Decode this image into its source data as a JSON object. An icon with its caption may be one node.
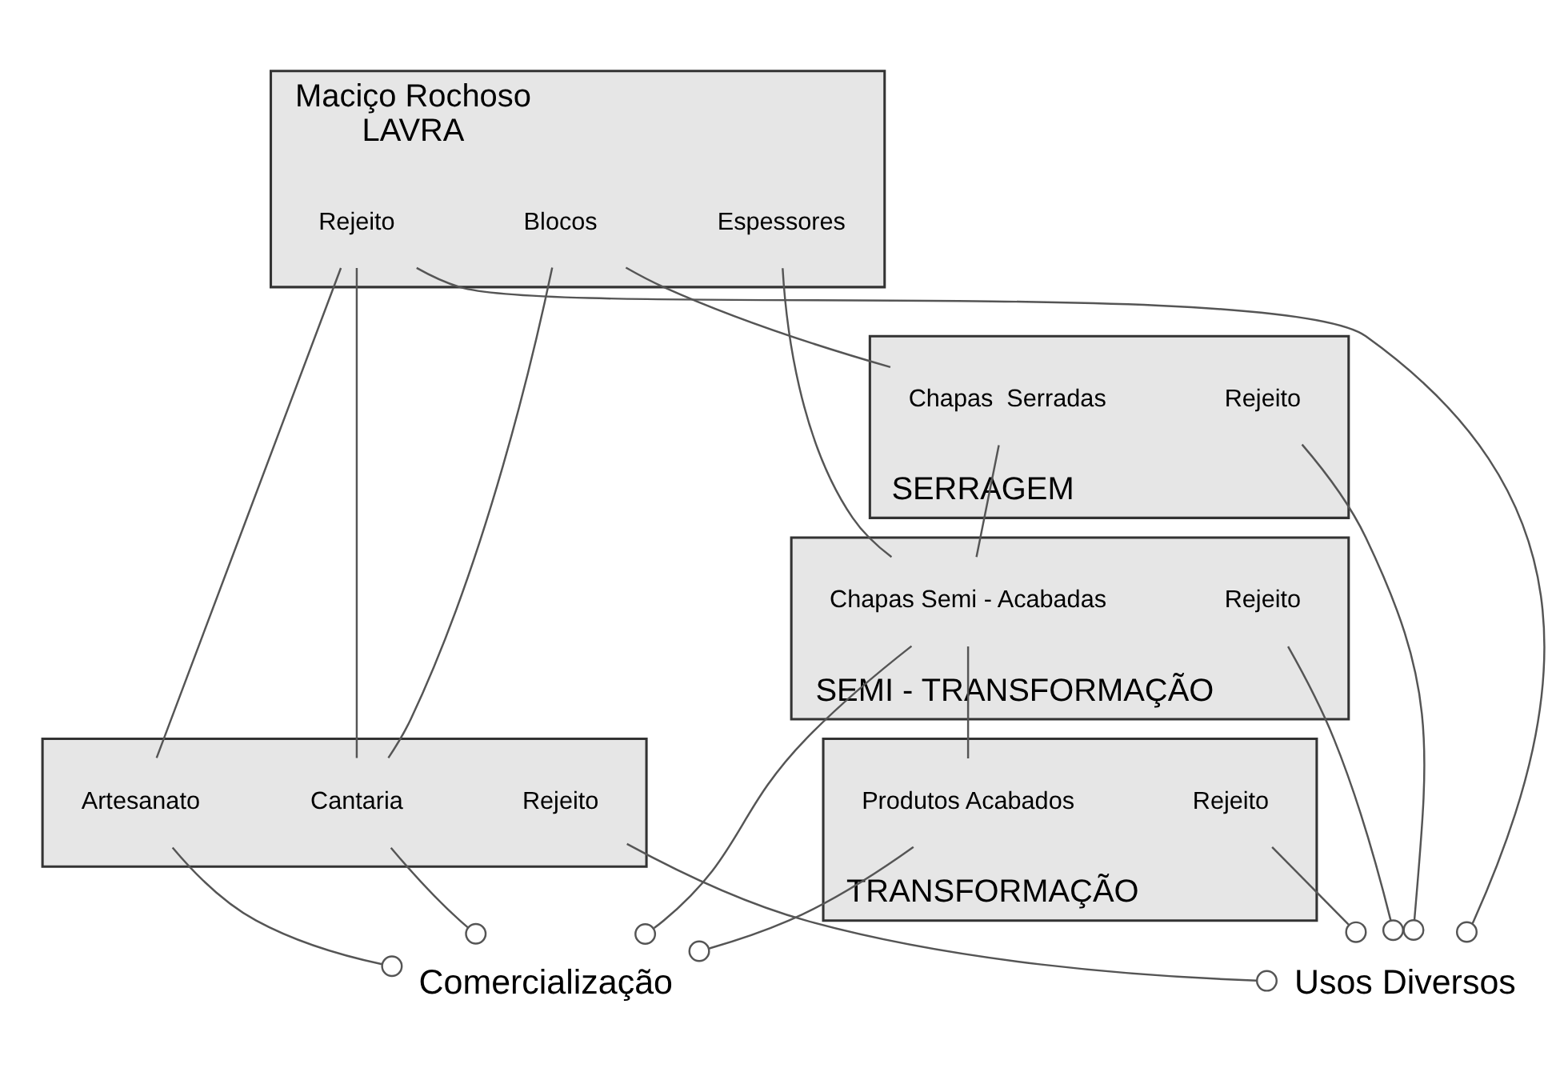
{
  "diagram": {
    "nodes": [
      {
        "text": [
          "Maciço Rochoso",
          "LAVRA"
        ]
      },
      {
        "text": [
          "Rejeito"
        ],
        "in": 0
      },
      {
        "text": [
          "Blocos"
        ],
        "in": 0
      },
      {
        "text": [
          "Espessores"
        ],
        "in": 0
      },
      {
        "text": [
          "SERRAGEM"
        ]
      },
      {
        "text": [
          "Rejeito"
        ],
        "in": 4
      },
      {
        "text": [
          "Chapas  Serradas"
        ],
        "in": 4
      },
      {
        "text": [],
        "shape": "box"
      },
      {
        "text": [
          "Artesanato"
        ],
        "in": 7
      },
      {
        "text": [
          "Cantaria"
        ],
        "in": 7
      },
      {
        "text": [
          "Rejeito"
        ],
        "in": 7
      },
      {
        "text": [
          "SEMI - TRANSFORMAÇÃO"
        ]
      },
      {
        "text": [
          "Rejeito"
        ],
        "in": 11
      },
      {
        "text": [
          "Chapas Semi - Acabadas"
        ],
        "in": 11
      },
      {
        "text": [
          "Usos Diversos"
        ]
      },
      {
        "text": [
          "TRANSFORMAÇÃO"
        ]
      },
      {
        "text": [
          "Rejeito"
        ],
        "in": 15
      },
      {
        "text": [
          "Produtos Acabados"
        ],
        "in": 15
      },
      {
        "text": [
          "Comercialização"
        ]
      }
    ],
    "edges": [
      {
        "from": 1,
        "to": 8,
        "arrow": "none"
      },
      {
        "from": 1,
        "to": 9,
        "arrow": "none"
      },
      {
        "from": 2,
        "to": 9,
        "arrow": "none"
      },
      {
        "from": 2,
        "to": 6,
        "arrow": "none"
      },
      {
        "from": 3,
        "to": 13,
        "arrow": "none"
      },
      {
        "from": 6,
        "to": 13,
        "arrow": "none"
      },
      {
        "from": 13,
        "to": 17,
        "arrow": "none"
      },
      {
        "from": 1,
        "to": 14,
        "arrow": "other"
      },
      {
        "from": 5,
        "to": 14,
        "arrow": "other"
      },
      {
        "from": 12,
        "to": 14,
        "arrow": "other"
      },
      {
        "from": 10,
        "to": 14,
        "arrow": "other"
      },
      {
        "from": 16,
        "to": 14,
        "arrow": "other"
      },
      {
        "from": 8,
        "to": 18,
        "arrow": "other"
      },
      {
        "from": 9,
        "to": 18,
        "arrow": "other"
      },
      {
        "from": 13,
        "to": 18,
        "arrow": "other"
      },
      {
        "from": 17,
        "to": 18,
        "arrow": "other"
      }
    ]
  }
}
